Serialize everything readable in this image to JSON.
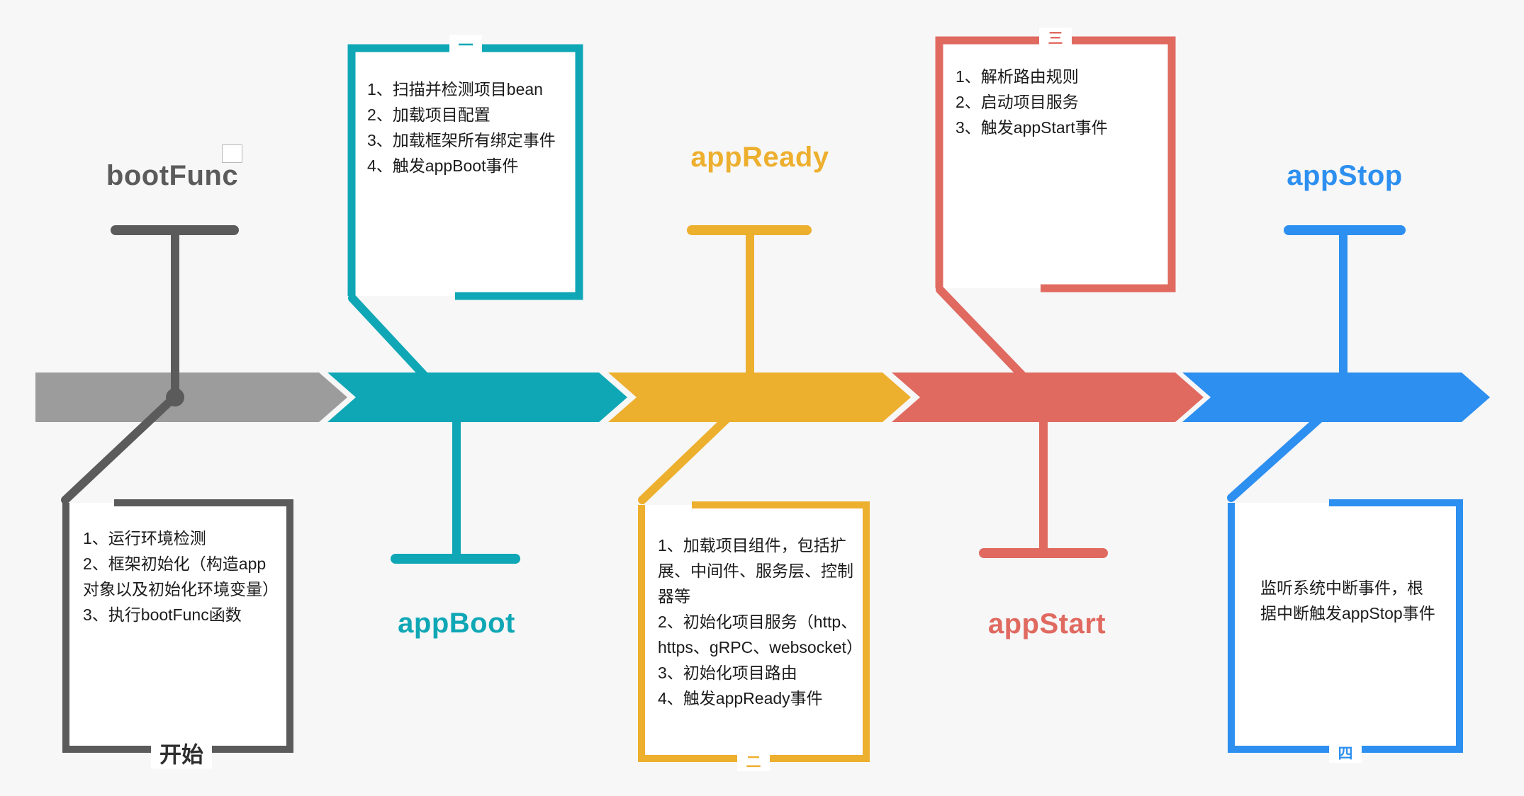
{
  "colors": {
    "background": "#F7F7F8",
    "gray_arrow": "#9C9C9C",
    "gray": "#5B5B5B",
    "teal": "#0FA7B5",
    "yellow": "#EDAF2E",
    "red": "#E06A60",
    "blue": "#2D8FF0",
    "text": "#1B1B1B"
  },
  "stages": [
    {
      "id": "bootFunc",
      "label": "bootFunc",
      "color": "#5B5B5B",
      "arrow_color": "#9C9C9C",
      "marker": "",
      "box_title": "开始",
      "items": [
        "1、运行环境检测",
        "2、框架初始化（构造app对象以及初始化环境变量）",
        "3、执行bootFunc函数"
      ]
    },
    {
      "id": "appBoot",
      "label": "appBoot",
      "color": "#0FA7B5",
      "arrow_color": "#0FA7B5",
      "marker": "一",
      "items": [
        "1、扫描并检测项目bean",
        "2、加载项目配置",
        "3、加载框架所有绑定事件",
        "4、触发appBoot事件"
      ]
    },
    {
      "id": "appReady",
      "label": "appReady",
      "color": "#EDAF2E",
      "arrow_color": "#EDAF2E",
      "marker": "二",
      "items": [
        "1、加载项目组件，包括扩展、中间件、服务层、控制器等",
        "2、初始化项目服务（http、https、gRPC、websocket）",
        "3、初始化项目路由",
        "4、触发appReady事件"
      ]
    },
    {
      "id": "appStart",
      "label": "appStart",
      "color": "#E06A60",
      "arrow_color": "#E06A60",
      "marker": "三",
      "items": [
        "1、解析路由规则",
        "2、启动项目服务",
        "3、触发appStart事件"
      ]
    },
    {
      "id": "appStop",
      "label": "appStop",
      "color": "#2D8FF0",
      "arrow_color": "#2D8FF0",
      "marker": "四",
      "items": [
        "监听系统中断事件，根据中断触发appStop事件"
      ]
    }
  ]
}
